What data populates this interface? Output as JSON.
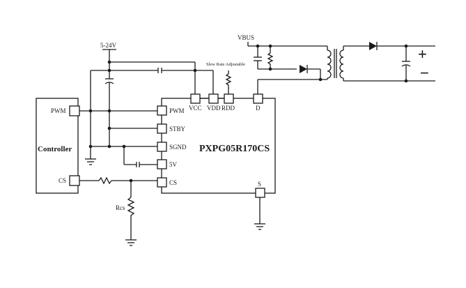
{
  "supply_label": "5-24V",
  "vbus_label": "VBUS",
  "slew_label": "Slew Rate Adjustable",
  "controller": {
    "title": "Controller",
    "pwm": "PWM",
    "cs": "CS"
  },
  "ic": {
    "name": "PXPG05R170CS",
    "pins": {
      "pwm": "PWM",
      "stby": "STBY",
      "sgnd": "SGND",
      "v5": "5V",
      "cs": "CS",
      "vcc": "VCC",
      "vdd": "VDD",
      "rdd": "RDD",
      "d": "D",
      "s": "S"
    }
  },
  "rcs_label": "Rcs",
  "output": {
    "plus": "+",
    "minus": "−"
  }
}
